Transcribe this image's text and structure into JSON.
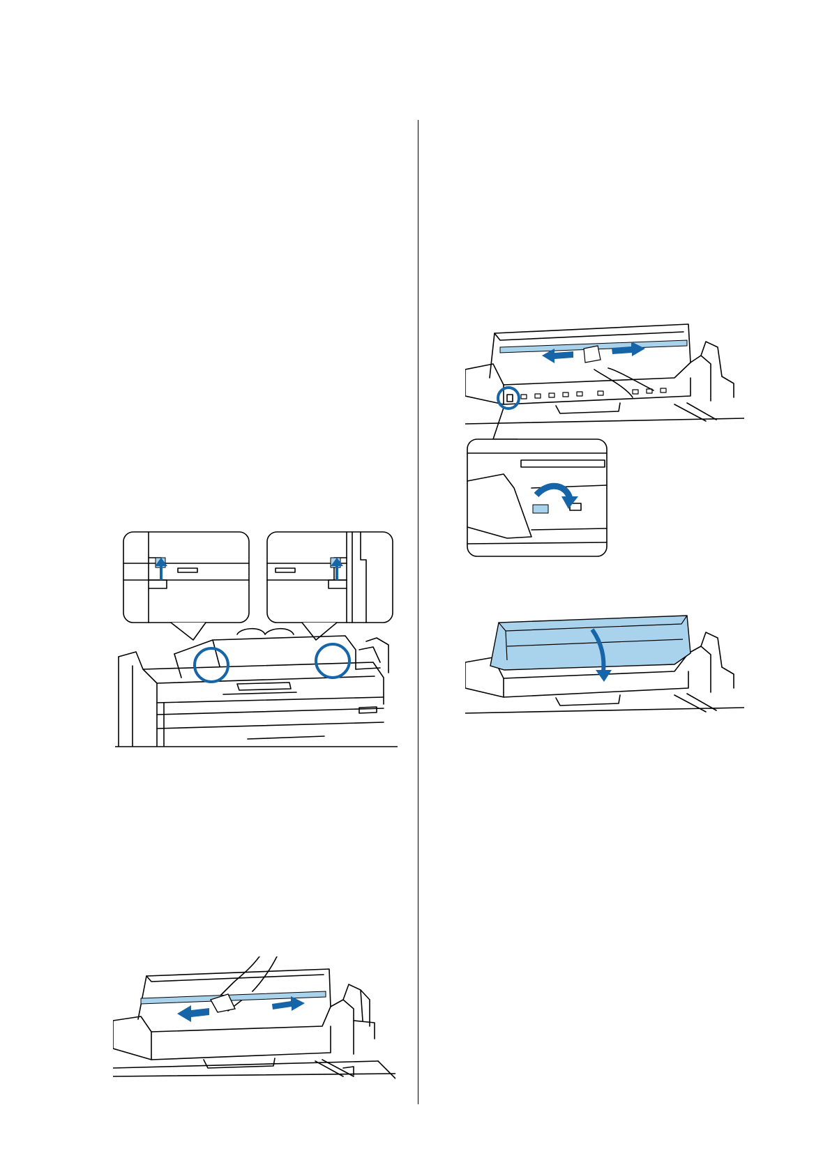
{
  "page": {
    "background": "#ffffff",
    "accent_blue": "#1565a8",
    "highlight_blue": "#a9d2ec"
  },
  "figures": [
    {
      "id": "figure-1",
      "icon": "paper-edge-guide-callouts"
    },
    {
      "id": "figure-2",
      "icon": "slide-paper-hand-arrows"
    },
    {
      "id": "figure-3",
      "icon": "sheet-guide-align-zoom"
    },
    {
      "id": "figure-4",
      "icon": "close-cover-arrow"
    }
  ]
}
